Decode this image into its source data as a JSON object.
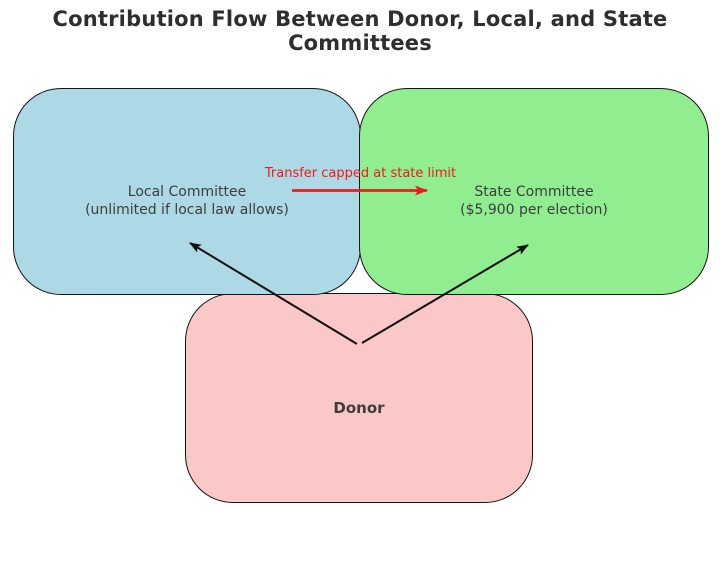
{
  "title": "Contribution Flow Between Donor, Local, and State Committees",
  "nodes": {
    "local": {
      "line1": "Local Committee",
      "line2": "(unlimited if local law allows)",
      "fill": "#ADD8E6"
    },
    "state": {
      "line1": "State Committee",
      "line2": "($5,900 per election)",
      "fill": "#90EE90"
    },
    "donor": {
      "label": "Donor",
      "fill": "#FBC8C8"
    }
  },
  "edges": {
    "transfer": {
      "label": "Transfer capped at state limit",
      "color": "#EE1B1B"
    },
    "donor_to_local": {
      "color": "#111111"
    },
    "donor_to_state": {
      "color": "#111111"
    }
  }
}
